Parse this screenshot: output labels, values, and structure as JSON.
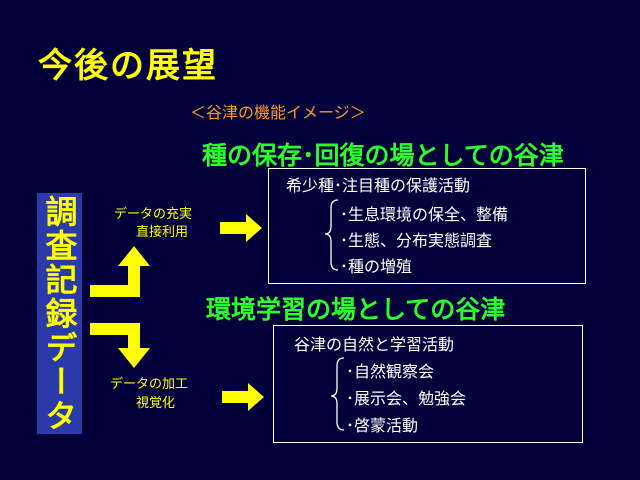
{
  "title": "今後の展望",
  "subtitle": "＜谷津の機能イメージ＞",
  "vertical_label": "調査記録データ",
  "side_labels": {
    "top_line1": "データの充実",
    "top_line2": "直接利用",
    "bottom_line1": "データの加工",
    "bottom_line2": "視覚化"
  },
  "section1": {
    "heading": "種の保存･回復の場としての谷津",
    "box_title": "希少種･注目種の保護活動",
    "items": [
      "･生息環境の保全、整備",
      "･生態、分布実態調査",
      "･種の増殖"
    ]
  },
  "section2": {
    "heading": "環境学習の場としての谷津",
    "box_title": "谷津の自然と学習活動",
    "items": [
      "･自然観察会",
      "･展示会、勉強会",
      "･啓蒙活動"
    ]
  },
  "colors": {
    "background": "#02003a",
    "title": "#ffff00",
    "subtitle": "#ff9a1e",
    "heading": "#2aff2a",
    "arrow": "#ffff00",
    "vertical_box": "#2a3aa8",
    "box_border": "#ffffff"
  }
}
